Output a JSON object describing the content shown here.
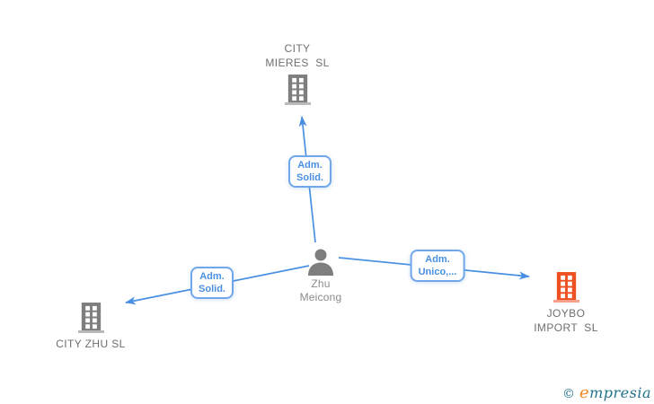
{
  "colors": {
    "edge-blue": "#4a90e2",
    "label-border": "#70a7ea",
    "label-text": "#4a90e2",
    "icon-gray": "#7e7e7e",
    "icon-orange": "#f05123",
    "company-text": "#6f6f6f",
    "person-text": "#8b8b8b",
    "brand-teal": "#22738a",
    "brand-orange": "#f2891d"
  },
  "nodes": {
    "city_mieres": {
      "label": "CITY\nMIERES  SL",
      "type": "company"
    },
    "person": {
      "label": "Zhu\nMeicong",
      "type": "person"
    },
    "city_zhu": {
      "label": "CITY ZHU SL",
      "type": "company"
    },
    "joybo": {
      "label": "JOYBO\nIMPORT  SL",
      "type": "company-highlighted"
    }
  },
  "edges": [
    {
      "label": "Adm.\nSolid.",
      "from": "Zhu Meicong",
      "to": "CITY MIERES SL"
    },
    {
      "label": "Adm.\nSolid.",
      "from": "Zhu Meicong",
      "to": "CITY ZHU SL"
    },
    {
      "label": "Adm.\nUnico,...",
      "from": "Zhu Meicong",
      "to": "JOYBO IMPORT SL"
    }
  ],
  "footer": {
    "copyright": "©",
    "brand_initial": "e",
    "brand_rest": "mpresia"
  }
}
